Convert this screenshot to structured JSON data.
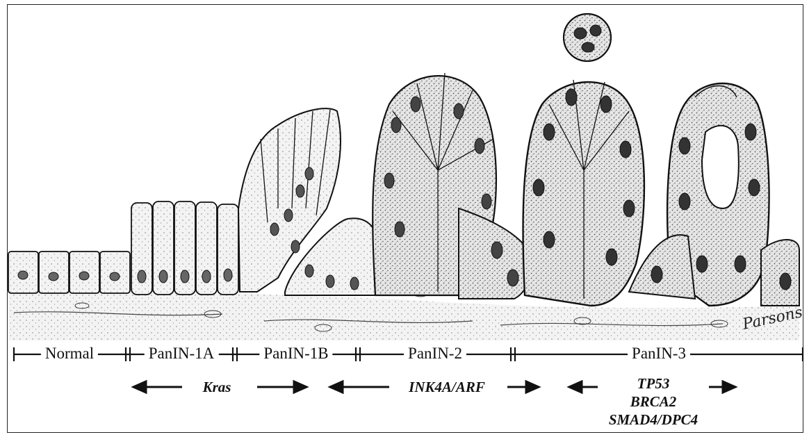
{
  "stages": [
    {
      "id": "normal",
      "label": "Normal"
    },
    {
      "id": "panin-1a",
      "label": "PanIN-1A"
    },
    {
      "id": "panin-1b",
      "label": "PanIN-1B"
    },
    {
      "id": "panin-2",
      "label": "PanIN-2"
    },
    {
      "id": "panin-3",
      "label": "PanIN-3"
    }
  ],
  "genes": {
    "kras": "Kras",
    "ink4a": "INK4A/ARF",
    "tp53": "TP53",
    "brca2": "BRCA2",
    "smad4": "SMAD4/DPC4"
  },
  "signature": "Parsons",
  "colors": {
    "ink": "#111111",
    "cell_fill": "#f4f4f4",
    "nucleus": "#555555"
  }
}
